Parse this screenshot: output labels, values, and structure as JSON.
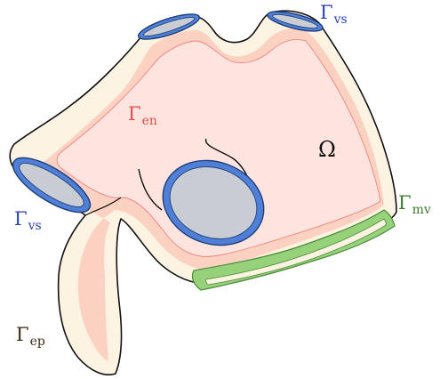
{
  "labels": {
    "vs_top": {
      "symbol": "Γ",
      "subscript": "vs"
    },
    "vs_left": {
      "symbol": "Γ",
      "subscript": "vs"
    },
    "endocardium": {
      "symbol": "Γ",
      "subscript": "en"
    },
    "domain": {
      "symbol": "Ω",
      "subscript": ""
    },
    "mitral_valve": {
      "symbol": "Γ",
      "subscript": "mv"
    },
    "epicardium": {
      "symbol": "Γ",
      "subscript": "ep"
    }
  },
  "colors": {
    "outline": "#111111",
    "epicardium_fill": "#fdf3e2",
    "tissue_fill": "#fbd2c2",
    "endocardium_fill": "#fde4de",
    "endocardium_line": "#f08080",
    "vessel_blue": "#4f7fd6",
    "vessel_blue_dark": "#1f3f7a",
    "vessel_gray": "#c9ccd2",
    "valve_green": "#96d27a",
    "valve_green_dark": "#4c8a3a",
    "label_blue": "#2a3fb5",
    "label_red": "#e8474a",
    "label_green": "#3a7a2a",
    "label_black": "#111111",
    "label_brown": "#3a2a10"
  }
}
